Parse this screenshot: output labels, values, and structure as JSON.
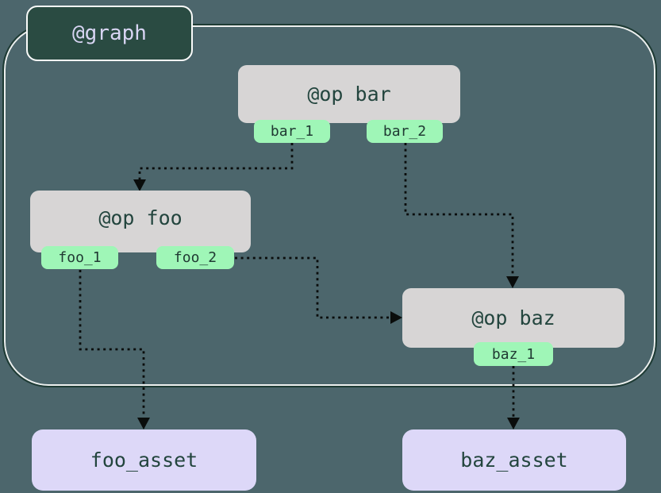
{
  "diagram": {
    "type": "dag",
    "graph_label": "@graph",
    "ops": [
      {
        "id": "bar",
        "label": "@op bar",
        "outputs": [
          "bar_1",
          "bar_2"
        ]
      },
      {
        "id": "foo",
        "label": "@op foo",
        "outputs": [
          "foo_1",
          "foo_2"
        ]
      },
      {
        "id": "baz",
        "label": "@op baz",
        "outputs": [
          "baz_1"
        ]
      }
    ],
    "assets": [
      {
        "id": "foo_asset",
        "label": "foo_asset"
      },
      {
        "id": "baz_asset",
        "label": "baz_asset"
      }
    ],
    "edges": [
      {
        "from": "bar_1",
        "to": "@op foo",
        "style": "dotted-arrow"
      },
      {
        "from": "bar_2",
        "to": "@op baz",
        "style": "dotted-arrow"
      },
      {
        "from": "foo_2",
        "to": "@op baz",
        "style": "dotted-arrow"
      },
      {
        "from": "foo_1",
        "to": "foo_asset",
        "style": "dotted-arrow"
      },
      {
        "from": "baz_1",
        "to": "baz_asset",
        "style": "dotted-arrow"
      }
    ],
    "colors": {
      "background": "#4c666c",
      "boundary_line": "#1e3b34",
      "boundary_highlight": "#fafbfa",
      "graph_badge_fill": "#2a4b42",
      "graph_badge_text": "#d8d5f3",
      "op_fill": "#d7d5d5",
      "op_text": "#23453e",
      "output_pill_fill": "#9ff6b7",
      "output_pill_text": "#203a33",
      "asset_fill": "#ddd8f8",
      "asset_text": "#23453e",
      "edge_color": "#0a0d0c"
    }
  }
}
